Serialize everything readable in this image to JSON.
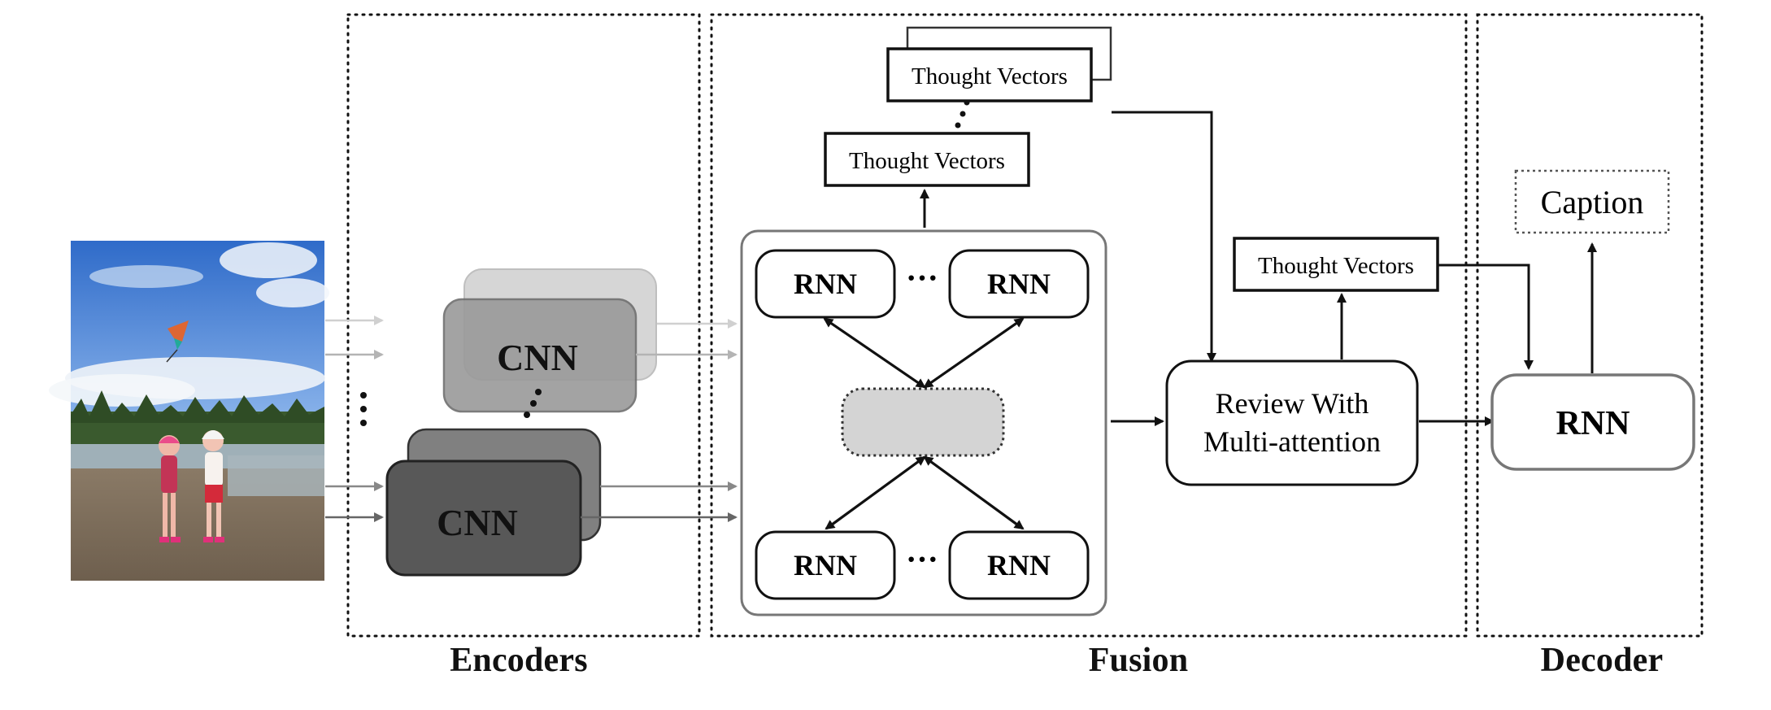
{
  "sections": {
    "encoders": "Encoders",
    "fusion": "Fusion",
    "decoder": "Decoder"
  },
  "encoders": {
    "cnn_top": "CNN",
    "cnn_bottom": "CNN"
  },
  "fusion": {
    "rnn_top_left": "RNN",
    "rnn_top_right": "RNN",
    "rnn_bottom_left": "RNN",
    "rnn_bottom_right": "RNN",
    "dots_top": "···",
    "dots_bottom": "···",
    "thought_vectors_stack_top": "Thought Vectors",
    "thought_vectors_stack_bottom": "Thought Vectors",
    "review_line1": "Review With",
    "review_line2": "Multi-attention",
    "thought_vectors_review": "Thought Vectors"
  },
  "decoder": {
    "rnn": "RNN",
    "caption": "Caption"
  },
  "colors": {
    "cnn_back": "#b0b0b0",
    "cnn_front": "#8a8a8a",
    "cnn_dark_back": "#7a7a7a",
    "cnn_dark_front": "#5a5a5a",
    "center_node": "#d4d4d4"
  }
}
